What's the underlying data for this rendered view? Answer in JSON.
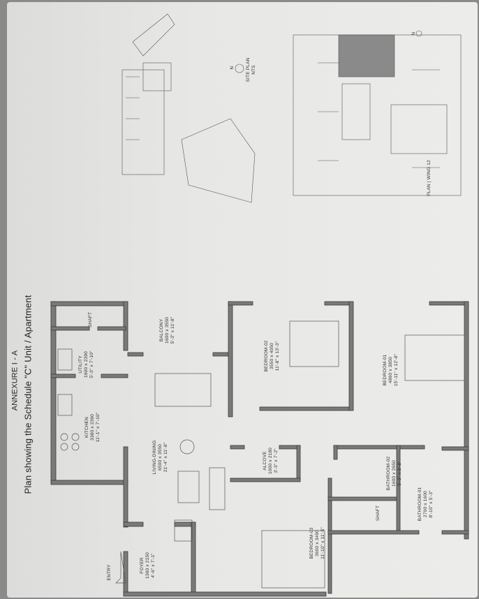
{
  "header": {
    "title": "ANNEXURE I - A",
    "subtitle": "Plan showing the Schedule \"C\" Unit / Apartment"
  },
  "rooms": [
    {
      "id": "shaft-1",
      "name": "SHAFT",
      "metric": "",
      "imperial": ""
    },
    {
      "id": "utility",
      "name": "UTILITY",
      "metric": "1600 x 2390",
      "imperial": "5'-3\" x 7'-10\""
    },
    {
      "id": "kitchen",
      "name": "KITCHEN",
      "metric": "3380 x 2390",
      "imperial": "11'-1\" x 7'-10\""
    },
    {
      "id": "balcony",
      "name": "BALCONY",
      "metric": "1600 x 3550",
      "imperial": "5'-3\" x 11'-8\""
    },
    {
      "id": "living-dining",
      "name": "LIVING-DINING",
      "metric": "6500 x 3550",
      "imperial": "21'-4\" x 11'-8\""
    },
    {
      "id": "foyer",
      "name": "FOYER",
      "metric": "1360 x 2150",
      "imperial": "4'-6\" x 7'-1\""
    },
    {
      "id": "bedroom-02",
      "name": "BEDROOM-02",
      "metric": "3550 x 4050",
      "imperial": "11'-8\" x 13'-3\""
    },
    {
      "id": "bedroom-01",
      "name": "BEDROOM-01",
      "metric": "4860 x 3850",
      "imperial": "15'-11\" x 12'-8\""
    },
    {
      "id": "alcove",
      "name": "ALCOVE",
      "metric": "1000 x 2180",
      "imperial": "3'-3\" x 7'-2\""
    },
    {
      "id": "bathroom-02",
      "name": "BATHROOM-02",
      "metric": "1600 x 2650",
      "imperial": "5'-3\" x 8'-8\""
    },
    {
      "id": "shaft-2",
      "name": "SHAFT",
      "metric": "",
      "imperial": ""
    },
    {
      "id": "bathroom-01",
      "name": "BATHROOM-01",
      "metric": "2700 x 1600",
      "imperial": "8'-10\" x 5'-3\""
    },
    {
      "id": "bedroom-03",
      "name": "BEDROOM-03",
      "metric": "3600 x 3490",
      "imperial": "11'-10\" x 11'-5\""
    }
  ],
  "entry_label": "ENTRY",
  "site_plan": {
    "title": "SITE PLAN",
    "scale": "NTS",
    "north": "N"
  },
  "wing_plan": {
    "title": "PLAN | WING 12",
    "north": "N"
  },
  "colors": {
    "wall": "#6e6e6e",
    "line": "#555555",
    "paper": "#e8e8e6"
  }
}
